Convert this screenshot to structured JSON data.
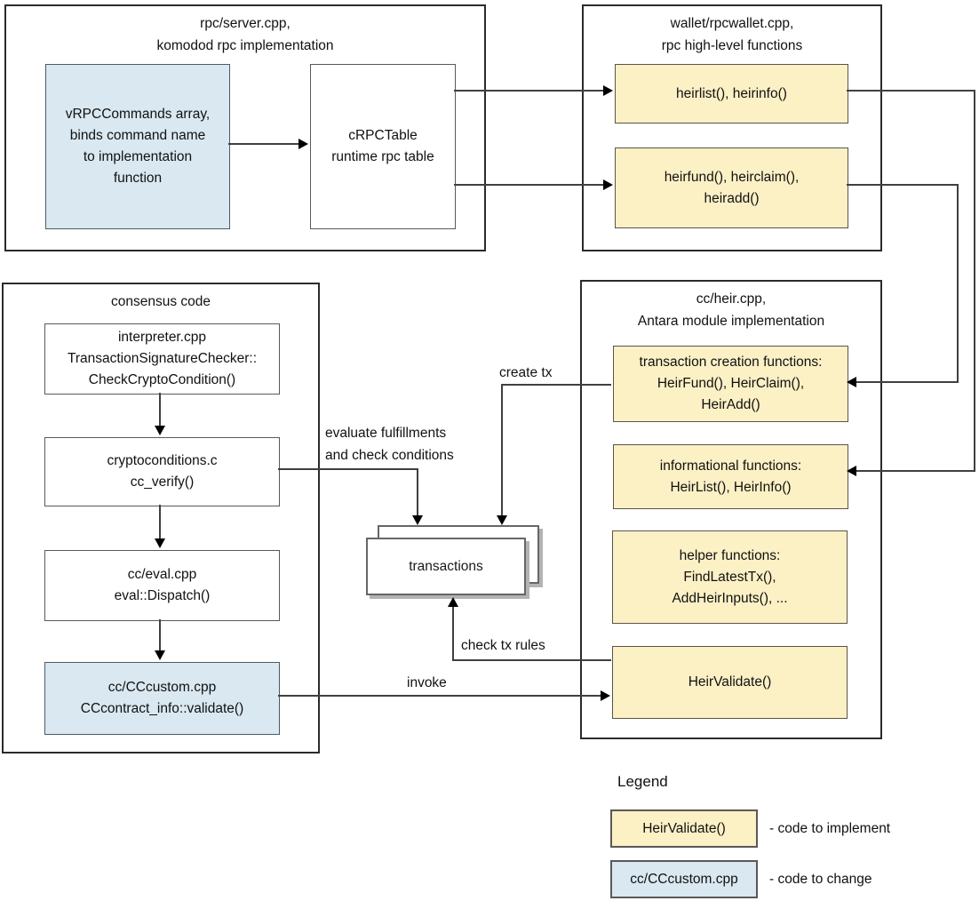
{
  "containers": {
    "rpc_server": {
      "title": [
        "rpc/server.cpp,",
        "komodod rpc implementation"
      ]
    },
    "wallet": {
      "title": [
        "wallet/rpcwallet.cpp,",
        "rpc high-level functions"
      ]
    },
    "consensus": {
      "title": [
        "consensus code"
      ]
    },
    "heir": {
      "title": [
        "cc/heir.cpp,",
        "Antara module implementation"
      ]
    }
  },
  "boxes": {
    "vrpc": {
      "lines": [
        "vRPCCommands array,",
        "binds command name",
        "to implementation",
        "function"
      ],
      "style": "change"
    },
    "crpc": {
      "lines": [
        "cRPCTable",
        "runtime rpc table"
      ],
      "style": "plain"
    },
    "heirlist": {
      "lines": [
        "heirlist(), heirinfo()"
      ],
      "style": "implement"
    },
    "heirfund": {
      "lines": [
        "heirfund(), heirclaim(),",
        "heiradd()"
      ],
      "style": "implement"
    },
    "interpreter": {
      "lines": [
        "interpreter.cpp",
        "TransactionSignatureChecker::",
        "CheckCryptoCondition()"
      ],
      "style": "plain"
    },
    "cryptoconditions": {
      "lines": [
        "cryptoconditions.c",
        "cc_verify()"
      ],
      "style": "plain"
    },
    "eval": {
      "lines": [
        "cc/eval.cpp",
        "eval::Dispatch()"
      ],
      "style": "plain"
    },
    "cccustom": {
      "lines": [
        "cc/CCcustom.cpp",
        "CCcontract_info::validate()"
      ],
      "style": "change"
    },
    "tx_creation": {
      "lines": [
        "transaction creation functions:",
        "HeirFund(), HeirClaim(),",
        "HeirAdd()"
      ],
      "style": "implement"
    },
    "informational": {
      "lines": [
        "informational functions:",
        "HeirList(), HeirInfo()"
      ],
      "style": "implement"
    },
    "helper": {
      "lines": [
        "helper functions:",
        "FindLatestTx(),",
        "AddHeirInputs(), ..."
      ],
      "style": "implement"
    },
    "heirvalidate": {
      "lines": [
        "HeirValidate()"
      ],
      "style": "implement"
    }
  },
  "transactions": {
    "label": "transactions"
  },
  "edge_labels": {
    "create_tx": "create tx",
    "evaluate": [
      "evaluate fulfillments",
      "and check conditions"
    ],
    "check_tx_rules": "check tx rules",
    "invoke": "invoke"
  },
  "legend": {
    "title": "Legend",
    "items": [
      {
        "box_label": "HeirValidate()",
        "description": "- code to implement",
        "color": "#fcf0c5"
      },
      {
        "box_label": "cc/CCcustom.cpp",
        "description": "- code to change",
        "color": "#d9e8f1"
      }
    ]
  },
  "colors": {
    "implement_fill": "#fcf0c5",
    "change_fill": "#d9e8f1",
    "connector": "#404040",
    "border": "#595959"
  }
}
